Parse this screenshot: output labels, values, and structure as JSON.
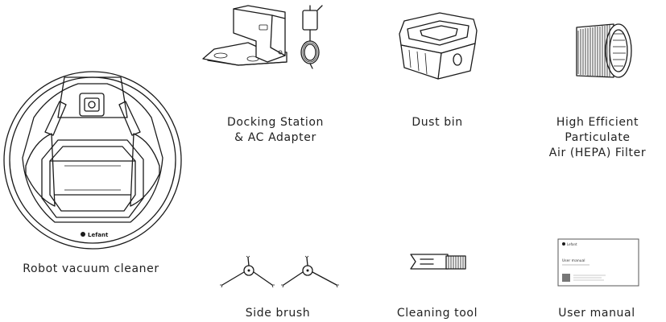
{
  "items": [
    {
      "caption_lines": [
        "Docking Station",
        "& AC Adapter"
      ],
      "icon": "docking-station-illustration"
    },
    {
      "caption_lines": [
        "Dust bin"
      ],
      "icon": "dust-bin-illustration"
    },
    {
      "caption_lines": [
        "High Efficient Particulate",
        "Air (HEPA) Filter"
      ],
      "icon": "hepa-filter-illustration"
    },
    {
      "caption_lines": [
        "Robot vacuum cleaner"
      ],
      "icon": "robot-vacuum-illustration"
    },
    {
      "caption_lines": [
        "Side brush"
      ],
      "icon": "side-brush-illustration"
    },
    {
      "caption_lines": [
        "Cleaning tool"
      ],
      "icon": "cleaning-tool-illustration"
    },
    {
      "caption_lines": [
        "User manual"
      ],
      "icon": "user-manual-illustration"
    }
  ],
  "logo_text": "Lefant",
  "manual_title": "User manual"
}
